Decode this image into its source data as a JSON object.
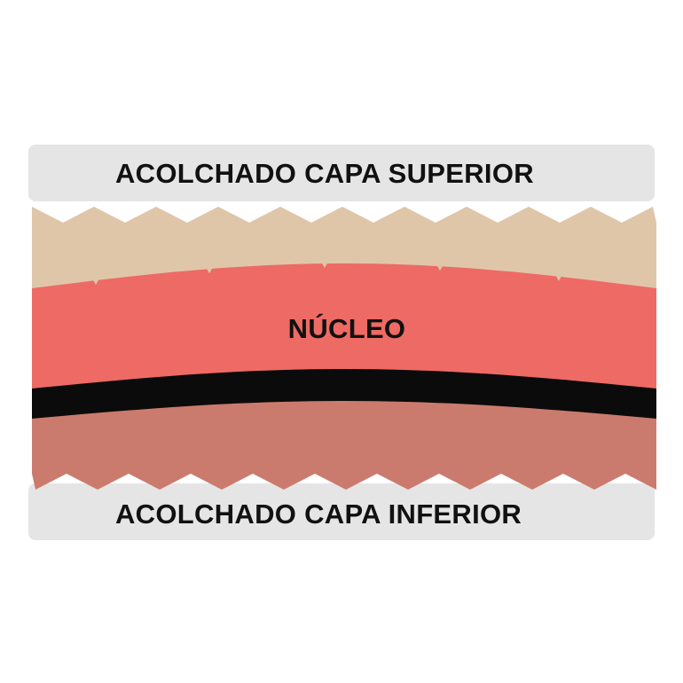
{
  "labels": {
    "top_layer": "ACOLCHADO CAPA SUPERIOR",
    "core": "NÚCLEO",
    "bottom_layer": "ACOLCHADO CAPA INFERIOR"
  },
  "colors": {
    "background": "#ffffff",
    "label_band": "#e5e5e5",
    "top_foam": "#dfc6a9",
    "core": "#ee6a64",
    "separator": "#0b0b0b",
    "bottom_foam": "#cb7b6e",
    "text": "#111111"
  }
}
